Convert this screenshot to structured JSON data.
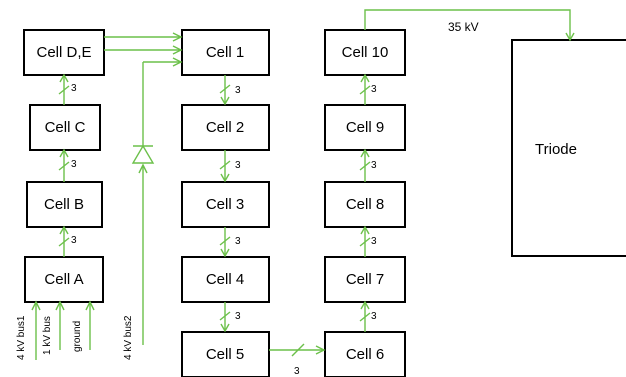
{
  "colors": {
    "wire": "#6cc04a",
    "box_stroke": "#000000",
    "text": "#000000"
  },
  "cells": {
    "de": "Cell D,E",
    "c": "Cell C",
    "b": "Cell B",
    "a": "Cell A",
    "c1": "Cell 1",
    "c2": "Cell 2",
    "c3": "Cell 3",
    "c4": "Cell 4",
    "c5": "Cell 5",
    "c6": "Cell 6",
    "c7": "Cell 7",
    "c8": "Cell 8",
    "c9": "Cell 9",
    "c10": "Cell 10",
    "triode": "Triode"
  },
  "bus_count": "3",
  "voltage_label": "35 kV",
  "inputs": {
    "bus1": "4 kV bus1",
    "kv1": "1 kV bus",
    "ground": "ground",
    "bus2": "4 kV bus2"
  },
  "icons": {
    "diode": "diode-icon"
  }
}
